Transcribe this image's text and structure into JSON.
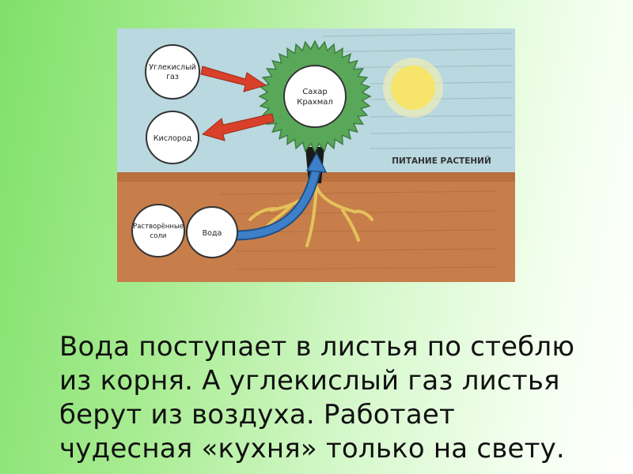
{
  "diagram": {
    "title": "ПИТАНИЕ РАСТЕНИЙ",
    "labels": {
      "co2_line1": "Углекислый",
      "co2_line2": "газ",
      "oxygen": "Кислород",
      "sugar": "Сахар",
      "starch": "Крахмал",
      "salts_line1": "Растворённые",
      "salts_line2": "соли",
      "water": "Вода"
    },
    "colors": {
      "sky": "#b9d8df",
      "soil": "#c77e4a",
      "crown": "#59a85a",
      "arrow_red": "#d9402a",
      "arrow_blue": "#3d80c7",
      "sun": "#f6e56a"
    }
  },
  "caption": {
    "lines": [
      "Вода поступает в листья по стеблю",
      "из корня. А углекислый газ листья",
      "берут из воздуха. Работает",
      "чудесная «кухня» только на свету."
    ]
  }
}
